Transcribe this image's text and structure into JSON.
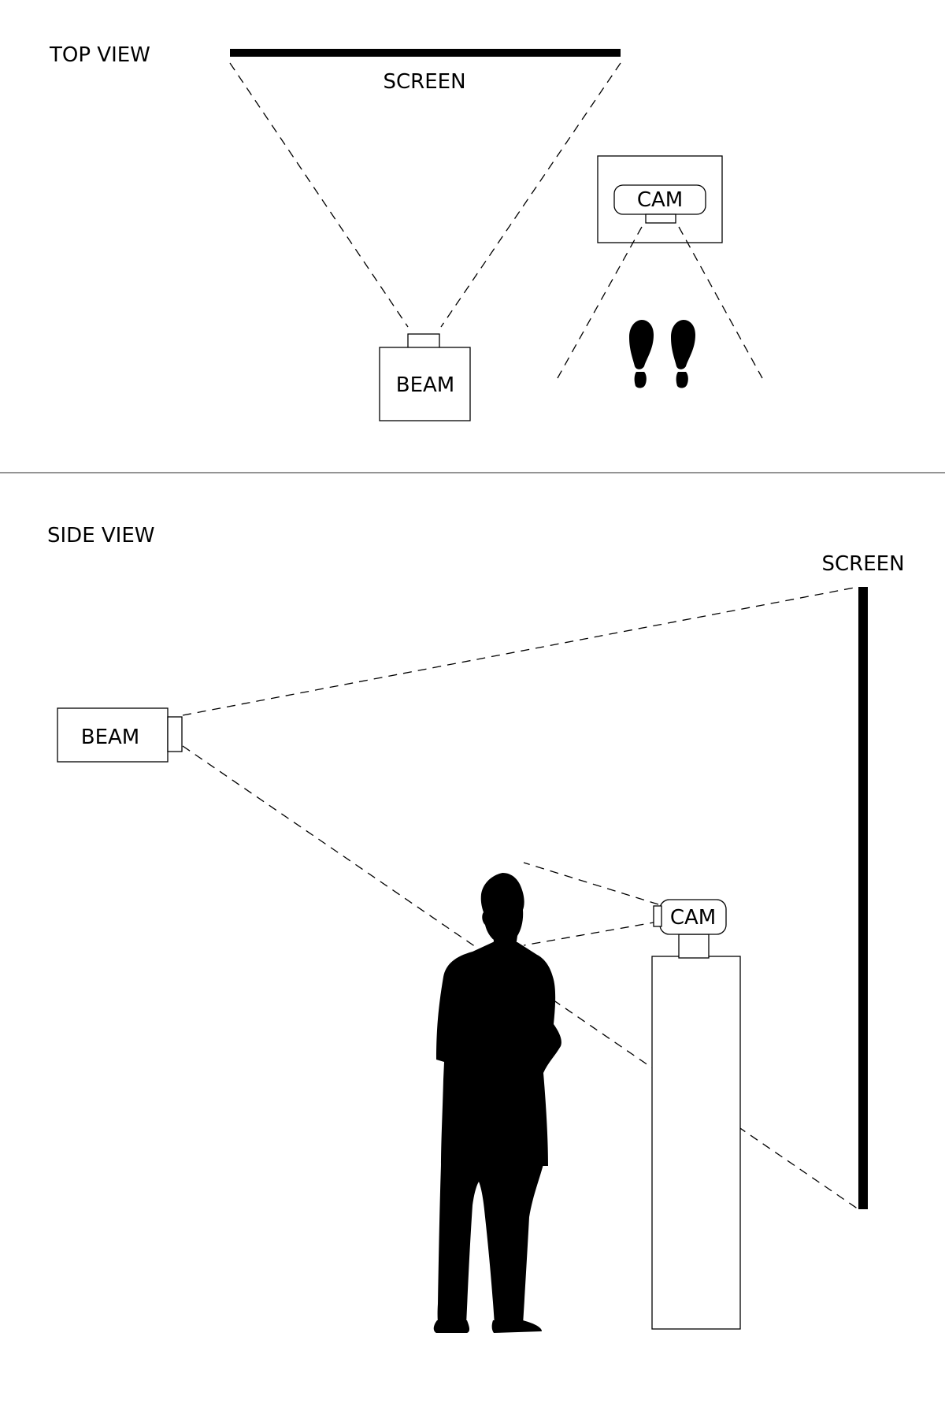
{
  "top_view": {
    "title": "TOP VIEW",
    "screen_label": "SCREEN",
    "projector_label": "BEAM",
    "camera_label": "CAM"
  },
  "side_view": {
    "title": "SIDE VIEW",
    "screen_label": "SCREEN",
    "projector_label": "BEAM",
    "camera_label": "CAM"
  }
}
